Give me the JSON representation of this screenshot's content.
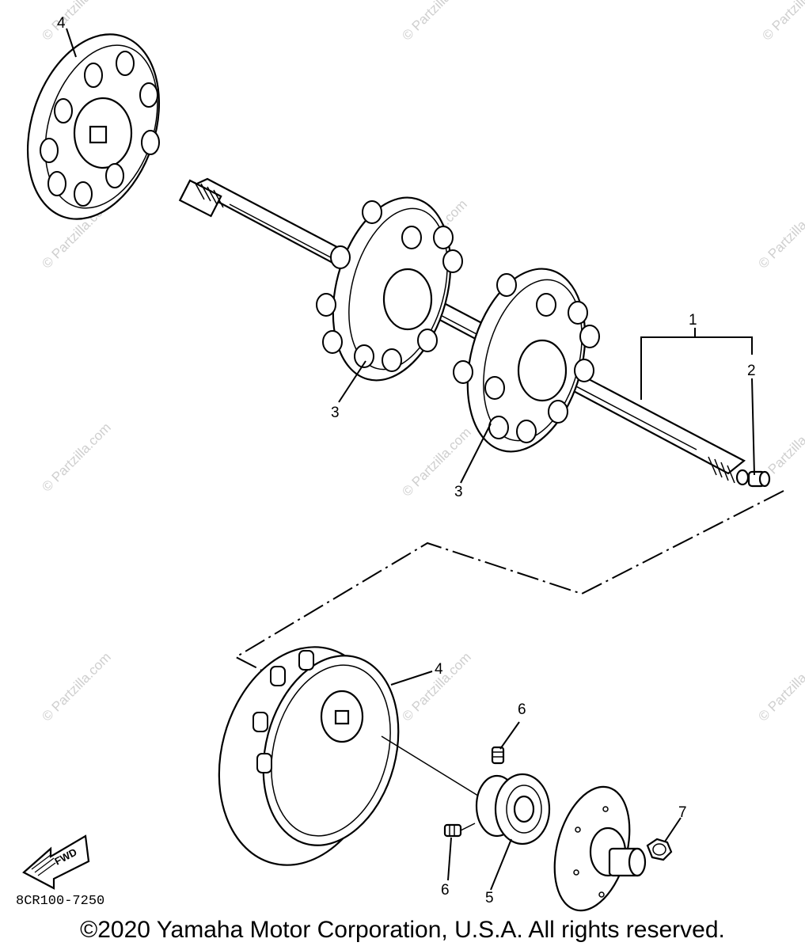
{
  "watermark": "© Partzilla.com",
  "callouts": [
    "1",
    "2",
    "3",
    "3",
    "4",
    "4",
    "5",
    "6",
    "6",
    "7"
  ],
  "part_code": "8CR100-7250",
  "fwd_label": "FWD",
  "copyright": "©2020 Yamaha Motor Corporation, U.S.A. All rights reserved."
}
